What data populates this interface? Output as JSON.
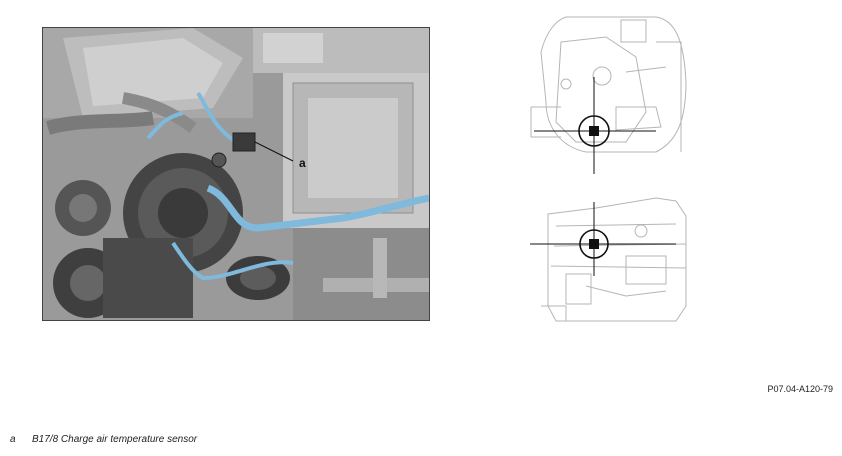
{
  "figure": {
    "callout_label": "a",
    "reference_code": "P07.04-A120-79"
  },
  "legend": [
    {
      "key": "a",
      "text": "B17/8 Charge air temperature sensor"
    }
  ],
  "colors": {
    "highlight": "#7fb9dc",
    "engine_gray": "#8e8e8e",
    "line_art": "#b5b5b5",
    "marker": "#111111"
  }
}
